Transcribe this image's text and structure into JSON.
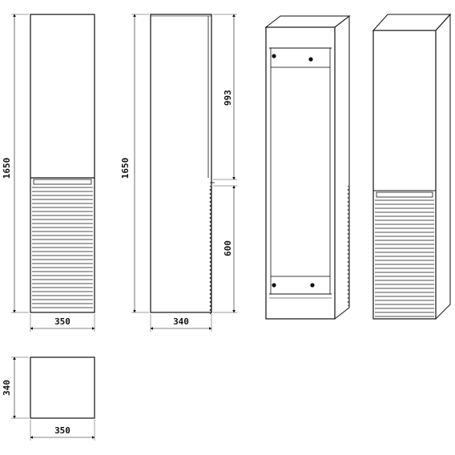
{
  "front_view": {
    "height_label": "1650",
    "width_label": "350"
  },
  "side_view": {
    "height_label": "1650",
    "upper_label": "993",
    "lower_label": "600",
    "depth_label": "340"
  },
  "top_view": {
    "depth_label": "340",
    "width_label": "350"
  },
  "colors": {
    "line": "#111111",
    "bg": "#ffffff"
  }
}
